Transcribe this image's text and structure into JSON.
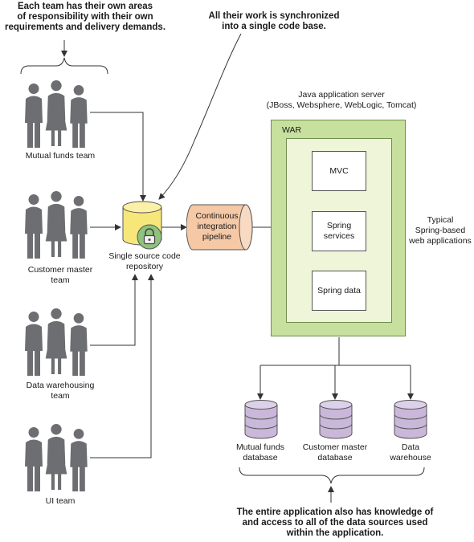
{
  "annotations": {
    "teams_note": [
      "Each team has their own areas",
      "of responsibility with their own",
      "requirements and delivery demands."
    ],
    "sync_note": [
      "All their work is synchronized",
      "into a single code base."
    ],
    "data_note": [
      "The entire application also has knowledge of",
      "and access to all of the data sources used",
      "within the application."
    ]
  },
  "teams": [
    {
      "label": [
        "Mutual funds team"
      ]
    },
    {
      "label": [
        "Customer master",
        "team"
      ]
    },
    {
      "label": [
        "Data warehousing",
        "team"
      ]
    },
    {
      "label": [
        "UI team"
      ]
    }
  ],
  "repository": {
    "label": [
      "Single source code",
      "repository"
    ],
    "icon": "lock-icon"
  },
  "pipeline": {
    "label": [
      "Continuous",
      "integration",
      "pipeline"
    ]
  },
  "server": {
    "title": [
      "Java application server",
      "(JBoss, Websphere, WebLogic, Tomcat)"
    ],
    "war_label": "WAR",
    "modules": [
      {
        "label": [
          "MVC"
        ]
      },
      {
        "label": [
          "Spring",
          "services"
        ]
      },
      {
        "label": [
          "Spring data"
        ]
      }
    ],
    "side_note": [
      "Typical",
      "Spring-based",
      "web applications"
    ]
  },
  "databases": [
    {
      "label": [
        "Mutual funds",
        "database"
      ]
    },
    {
      "label": [
        "Customer master",
        "database"
      ]
    },
    {
      "label": [
        "Data",
        "warehouse"
      ]
    }
  ],
  "colors": {
    "people": "#6d6e71",
    "repo_yellow": "#f7e77a",
    "lock_green": "#8fc27c",
    "pipeline_orange": "#f5c8a6",
    "war_green": "#c7e09d",
    "inner_green": "#eef5d9",
    "db_purple": "#c9b8d9",
    "line": "#333333"
  }
}
